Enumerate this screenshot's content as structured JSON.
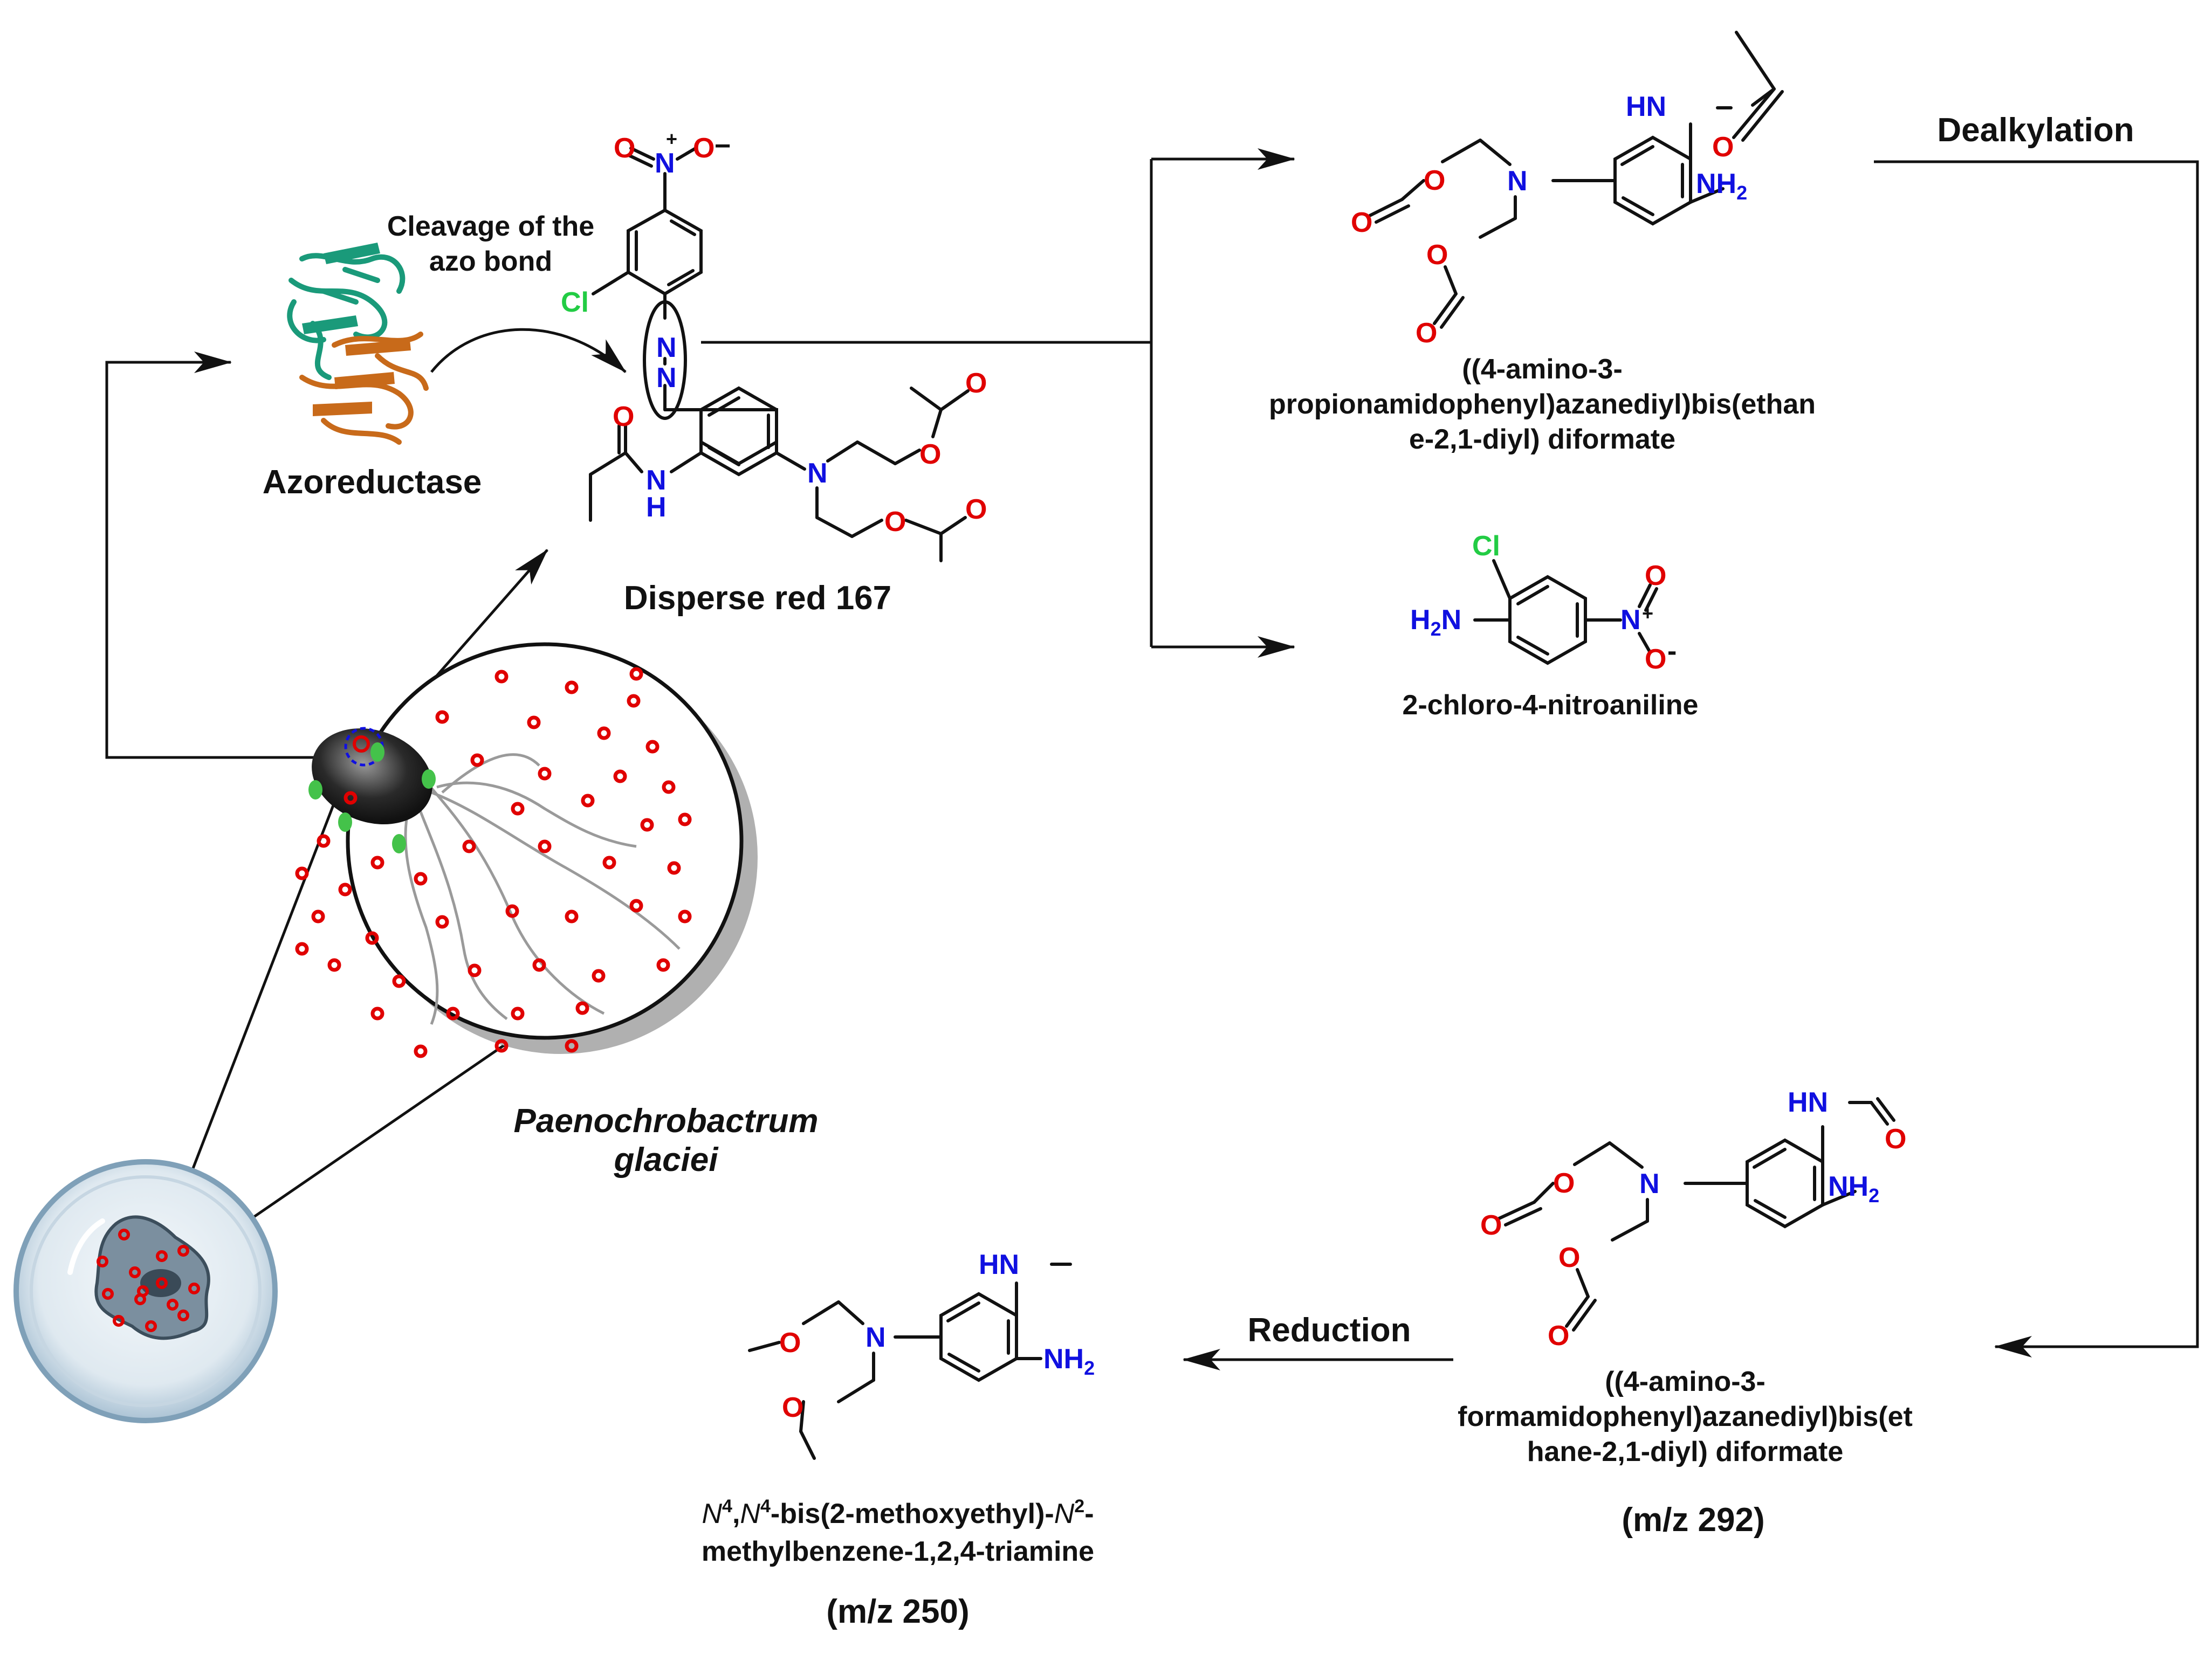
{
  "labels": {
    "azoreductase": "Azoreductase",
    "cleavage_line1": "Cleavage of the",
    "cleavage_line2": "azo bond",
    "dye": "Disperse red 167",
    "organism_line1": "Paenochrobactrum",
    "organism_line2": "glaciei",
    "step_dealkylation": "Dealkylation",
    "step_reduction": "Reduction"
  },
  "products": {
    "p1_line1": "((4-amino-3-",
    "p1_line2": "propionamidophenyl)azanediyl)bis(ethan",
    "p1_line3": "e-2,1-diyl) diformate",
    "p2": "2-chloro-4-nitroaniline",
    "p3_line1": "((4-amino-3-",
    "p3_line2": "formamidophenyl)azanediyl)bis(et",
    "p3_line3": "hane-2,1-diyl) diformate",
    "p3_mz": "(m/z 292)",
    "p4_n": "N",
    "p4_sup4": "4",
    "p4_sep": ",",
    "p4_mid": "-bis(2-methoxyethyl)-",
    "p4_sup2": "2",
    "p4_dash": "-",
    "p4_line2": "methylbenzene-1,2,4-triamine",
    "p4_mz": "(m/z 250)"
  },
  "atoms": {
    "N": "N",
    "O": "O",
    "Cl": "Cl",
    "NH": "NH",
    "HN": "HN",
    "H": "H",
    "NH2_base": "NH",
    "H2N_base": "H",
    "sub2": "2",
    "H2N_tail": "N",
    "plus": "+",
    "minus": "−",
    "minus_tail": "-"
  },
  "colors": {
    "nitrogen": "#1010e0",
    "oxygen": "#e00000",
    "chlorine": "#22cc44",
    "dots": "#e00000",
    "protein_green": "#1a9a7a",
    "protein_orange": "#c86a1a"
  }
}
